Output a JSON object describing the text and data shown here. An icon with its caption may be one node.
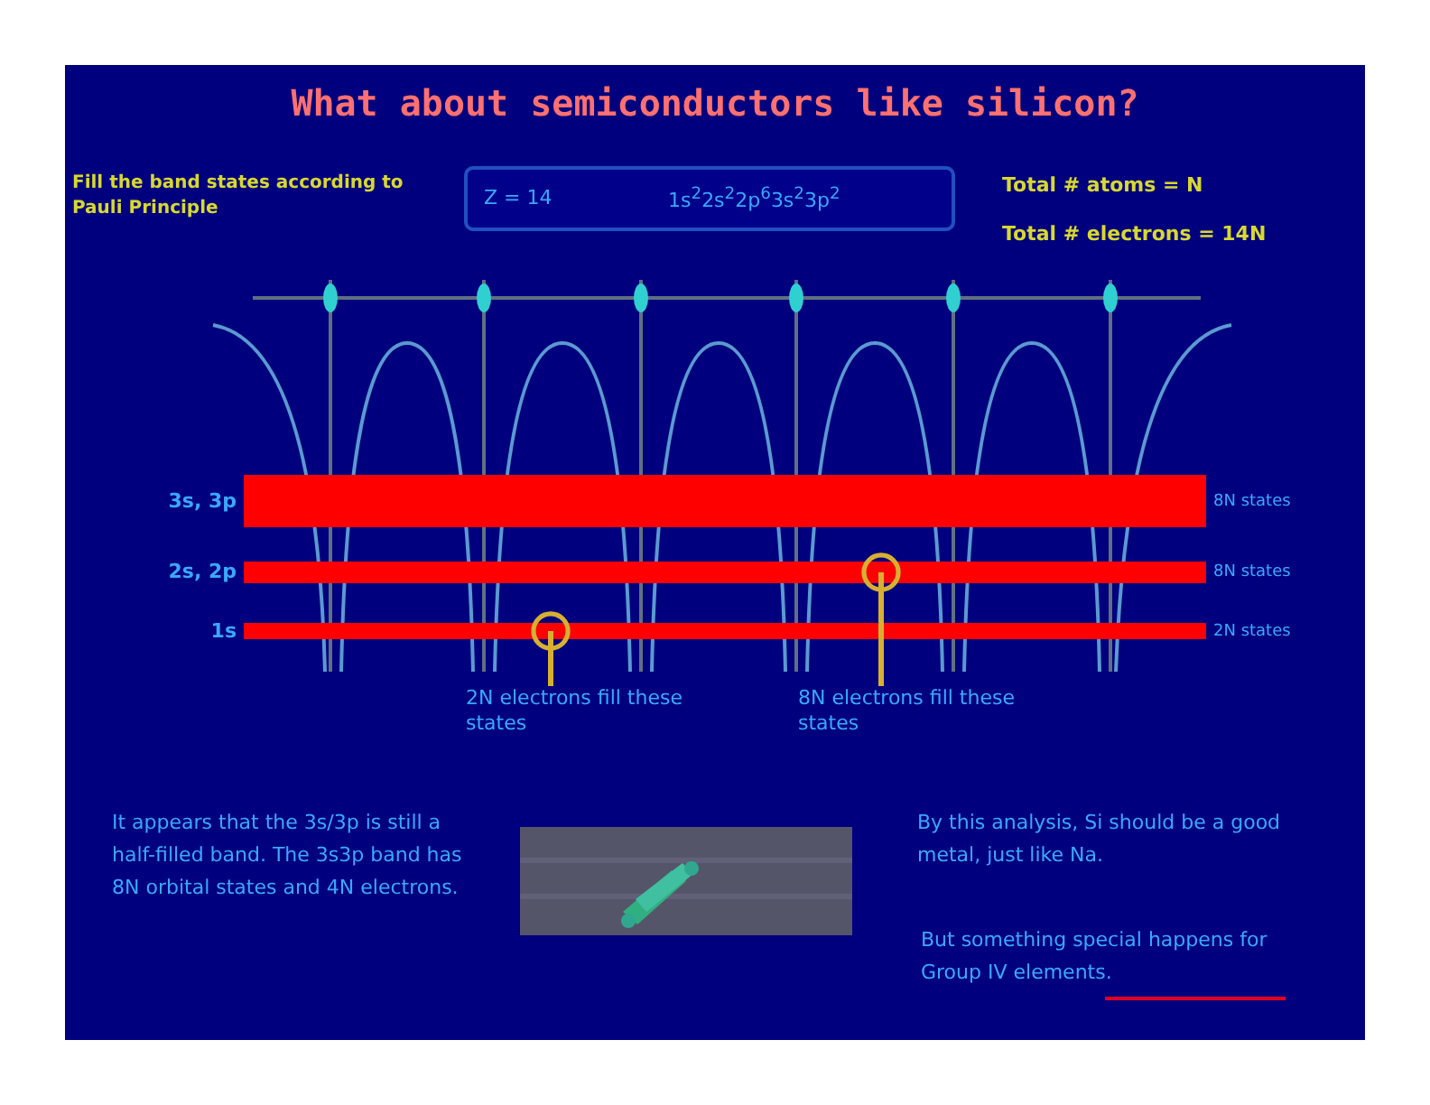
{
  "diagram": {
    "title": "What about semiconductors like silicon?",
    "nodes": [
      {
        "text": [],
        "shape": "bar",
        "beside": [
          "3s, 3p",
          "8N states"
        ]
      },
      {
        "text": [],
        "shape": "bar",
        "beside": [
          "2s, 2p",
          "8N states"
        ]
      },
      {
        "text": [],
        "shape": "bar",
        "beside": [
          "1s",
          "2N states"
        ]
      },
      {
        "text": [
          "2N electrons fill these states"
        ]
      },
      {
        "text": [
          "8N electrons fill these states"
        ]
      }
    ],
    "edges": [
      {
        "from": 3,
        "to": 2,
        "arrow": "other"
      },
      {
        "from": 4,
        "to": 1,
        "arrow": "other"
      }
    ],
    "labels": [
      "Fill the band states according to Pauli Principle",
      "Z = 14",
      "1s$^{2}$2s$^{2}$2p$^{6}$3s$^{2}$3p$^{2}$",
      "Total # atoms = N",
      "Total # electrons = 14N",
      "It appears that the 3s/3p is still a half-filled band. The 3s3p band has 8N orbital states and 4N electrons.",
      "By this analysis, Si should be a good metal, just like Na.",
      "But something special happens for Group IV elements."
    ]
  }
}
